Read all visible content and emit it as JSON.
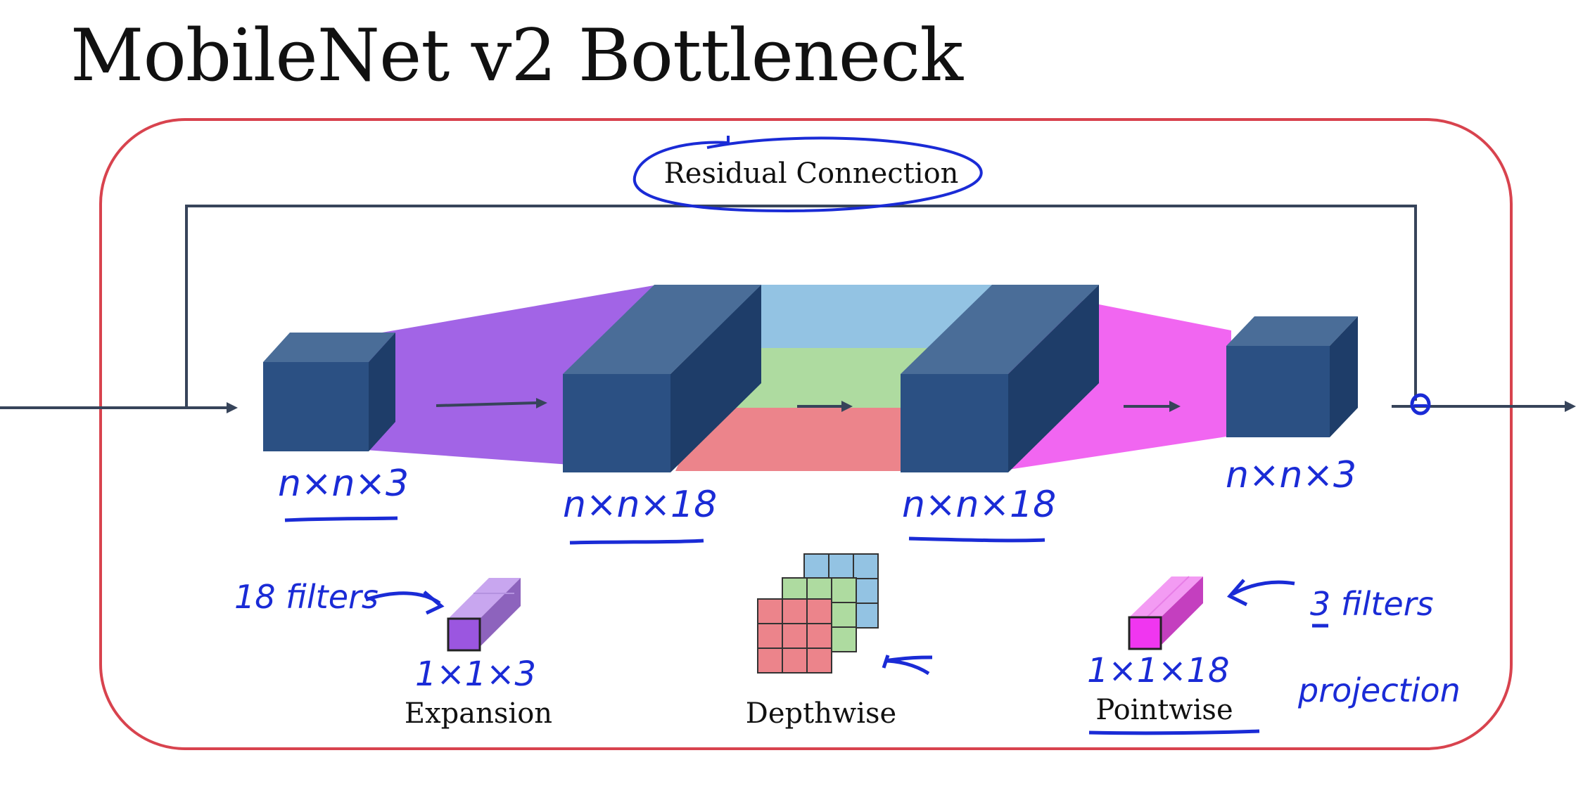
{
  "title": "MobileNet v2 Bottleneck",
  "diagram": {
    "residual_label": "Residual Connection",
    "dims": {
      "input": "n×n×3",
      "expanded": "n×n×18",
      "depthwise": "n×n×18",
      "output": "n×n×3"
    },
    "stages": {
      "expansion": "Expansion",
      "depthwise": "Depthwise",
      "pointwise": "Pointwise"
    },
    "filters": {
      "expansion_note": "18 filters",
      "expansion_size": "1×1×3",
      "pointwise_size": "1×1×18",
      "pointwise_note": "3 filters",
      "projection_note": "projection"
    },
    "colors": {
      "frame": "#d8434e",
      "block_front": "#2b5083",
      "block_top": "#4a6d98",
      "block_side": "#1e3d69",
      "expansion_band": "#a264e6",
      "projection_band": "#f166f1",
      "depth_blue": "#93c3e3",
      "depth_green": "#aedba0",
      "depth_red": "#ec848b",
      "ink": "#1a2bd6",
      "line": "#37445a"
    }
  }
}
